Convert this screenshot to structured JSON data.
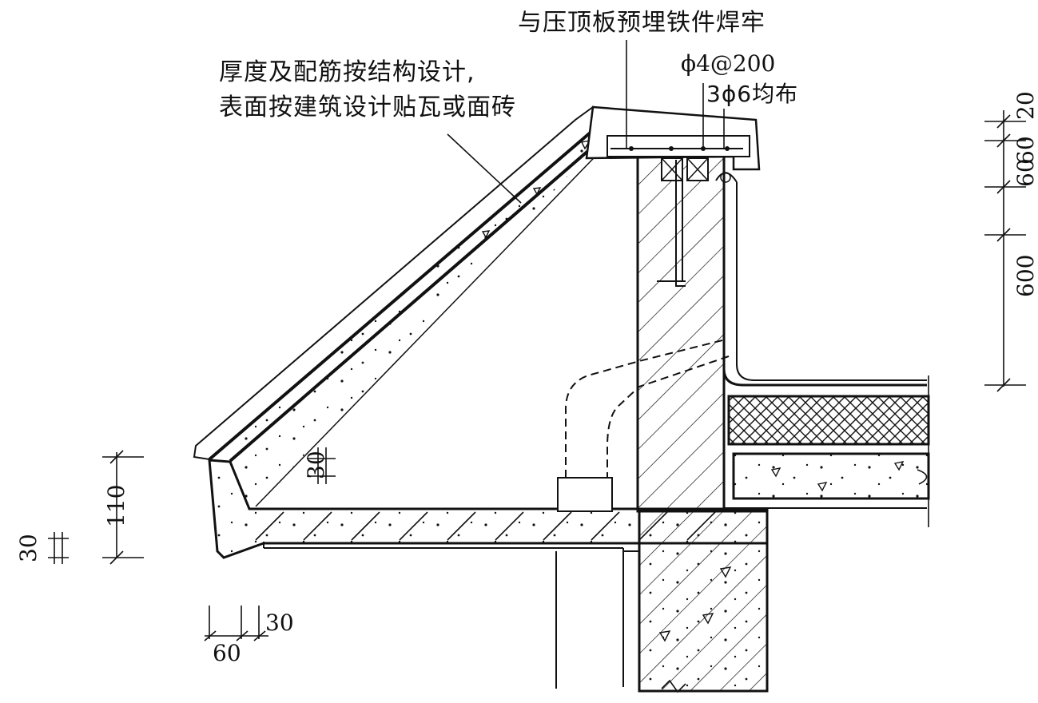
{
  "diagram": {
    "colors": {
      "ink": "#111111",
      "paper": "#ffffff"
    },
    "annotations": {
      "weld_note": "与压顶板预埋铁件焊牢",
      "structure_note_line1": "厚度及配筋按结构设计,",
      "structure_note_line2": "表面按建筑设计贴瓦或面砖",
      "rebar_spacing": "ϕ4@200",
      "rebar_distributed": "3ϕ6均布"
    },
    "dimensions": {
      "right_20": "20",
      "right_60_a": "60",
      "right_60_b": "60",
      "right_600": "600",
      "slab_30": "30",
      "left_110": "110",
      "left_30": "30",
      "bottom_60": "60",
      "bottom_30": "30"
    }
  }
}
